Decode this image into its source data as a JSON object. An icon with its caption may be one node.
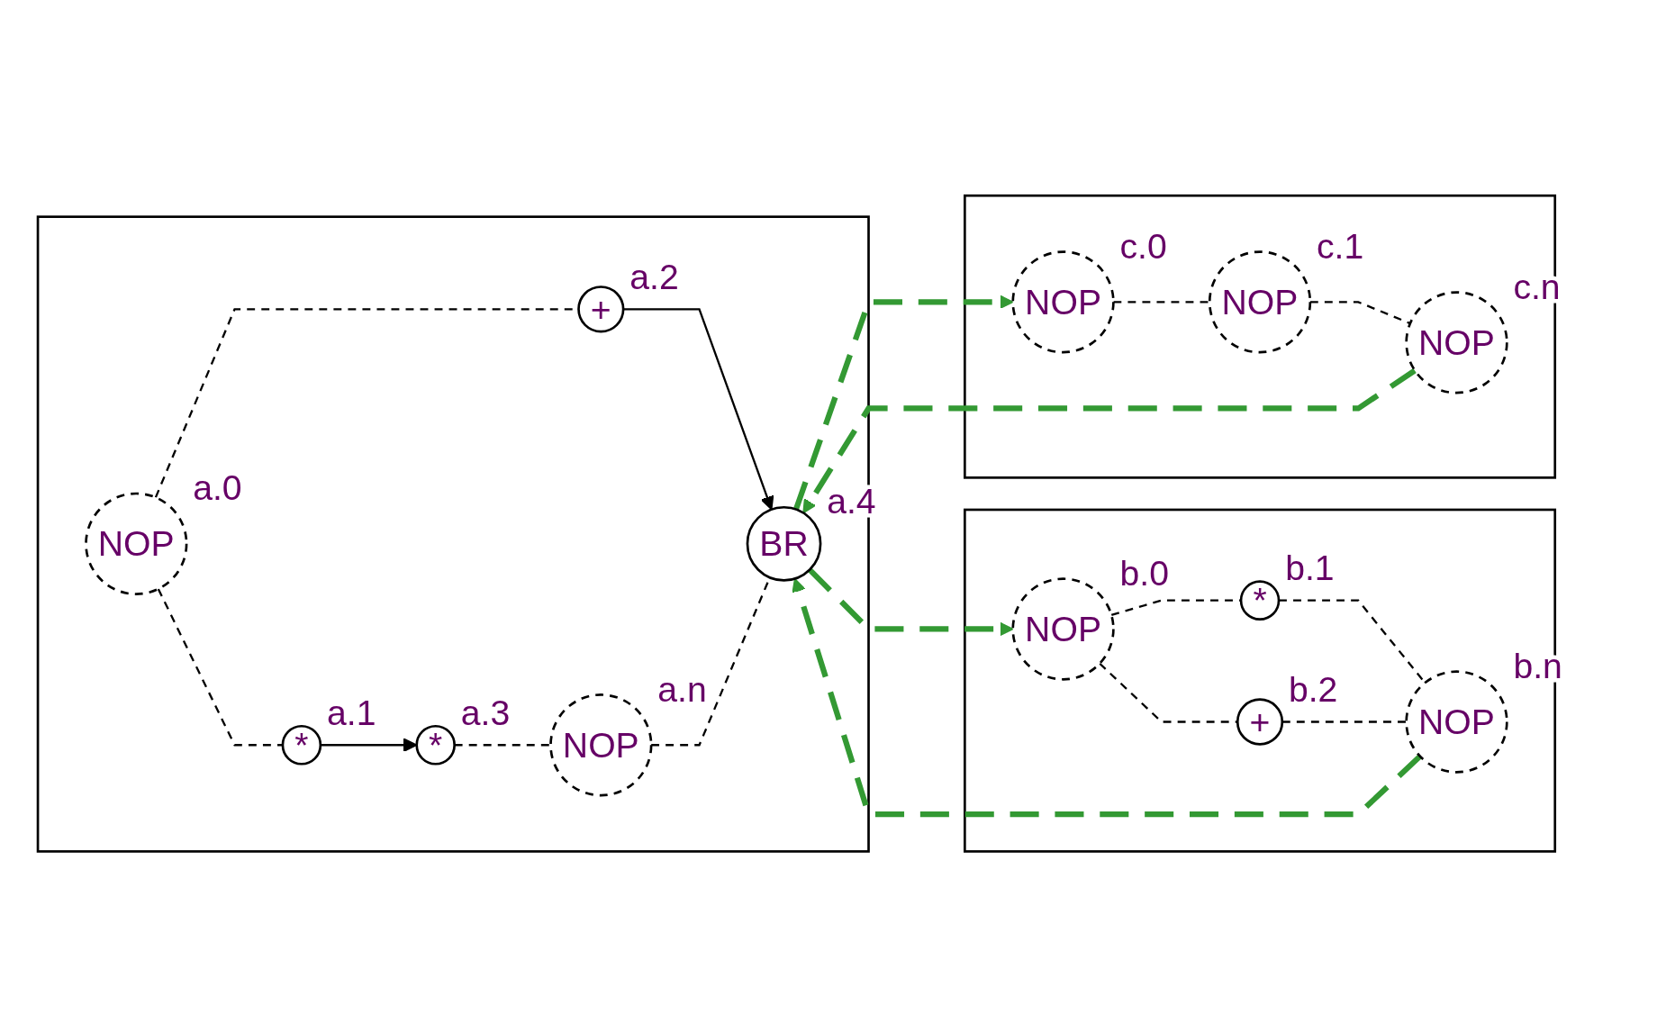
{
  "diagram": {
    "nodes": [
      {
        "text": [],
        "shape": "box"
      },
      {
        "text": [
          "NOP"
        ],
        "beside": [
          "a.0"
        ],
        "in": 0
      },
      {
        "text": [
          "*"
        ],
        "beside": [
          "a.1"
        ],
        "in": 0
      },
      {
        "text": [
          "+"
        ],
        "beside": [
          "a.2"
        ],
        "in": 0
      },
      {
        "text": [
          "*"
        ],
        "beside": [
          "a.3"
        ],
        "in": 0
      },
      {
        "text": [
          "BR"
        ],
        "beside": [
          "a.4"
        ],
        "in": 0
      },
      {
        "text": [
          "NOP"
        ],
        "beside": [
          "a.n"
        ],
        "in": 0
      },
      {
        "text": [],
        "shape": "box"
      },
      {
        "text": [
          "NOP"
        ],
        "beside": [
          "b.0"
        ],
        "in": 7
      },
      {
        "text": [
          "*"
        ],
        "beside": [
          "b.1"
        ],
        "in": 7
      },
      {
        "text": [
          "+"
        ],
        "beside": [
          "b.2"
        ],
        "in": 7
      },
      {
        "text": [
          "NOP"
        ],
        "beside": [
          "b.n"
        ],
        "in": 7
      },
      {
        "text": [],
        "shape": "box"
      },
      {
        "text": [
          "NOP"
        ],
        "beside": [
          "c.0"
        ],
        "in": 12
      },
      {
        "text": [
          "NOP"
        ],
        "beside": [
          "c.1"
        ],
        "in": 12
      },
      {
        "text": [
          "NOP"
        ],
        "beside": [
          "c.n"
        ],
        "in": 12
      }
    ],
    "edges": [
      {
        "from": 1,
        "to": 2,
        "arrow": "none",
        "style": "dashed"
      },
      {
        "from": 1,
        "to": 3,
        "arrow": "none",
        "style": "dashed"
      },
      {
        "from": 2,
        "to": 4,
        "arrow": "to"
      },
      {
        "from": 3,
        "to": 5,
        "arrow": "to"
      },
      {
        "from": 4,
        "to": 6,
        "arrow": "none",
        "style": "dashed"
      },
      {
        "from": 6,
        "to": 5,
        "arrow": "none",
        "style": "dashed"
      },
      {
        "from": 5,
        "to": 8,
        "arrow": "to",
        "style": "dashed",
        "color": "#339933"
      },
      {
        "from": 5,
        "to": 13,
        "arrow": "to",
        "style": "dashed",
        "color": "#339933"
      },
      {
        "from": 8,
        "to": 9,
        "arrow": "none",
        "style": "dashed"
      },
      {
        "from": 8,
        "to": 10,
        "arrow": "none",
        "style": "dashed"
      },
      {
        "from": 9,
        "to": 11,
        "arrow": "none",
        "style": "dashed"
      },
      {
        "from": 10,
        "to": 11,
        "arrow": "none",
        "style": "dashed"
      },
      {
        "from": 11,
        "to": 5,
        "arrow": "to",
        "style": "dashed",
        "color": "#339933"
      },
      {
        "from": 13,
        "to": 14,
        "arrow": "none",
        "style": "dashed"
      },
      {
        "from": 14,
        "to": 15,
        "arrow": "none",
        "style": "dashed"
      },
      {
        "from": 15,
        "to": 5,
        "arrow": "to",
        "style": "dashed",
        "color": "#339933"
      }
    ]
  }
}
